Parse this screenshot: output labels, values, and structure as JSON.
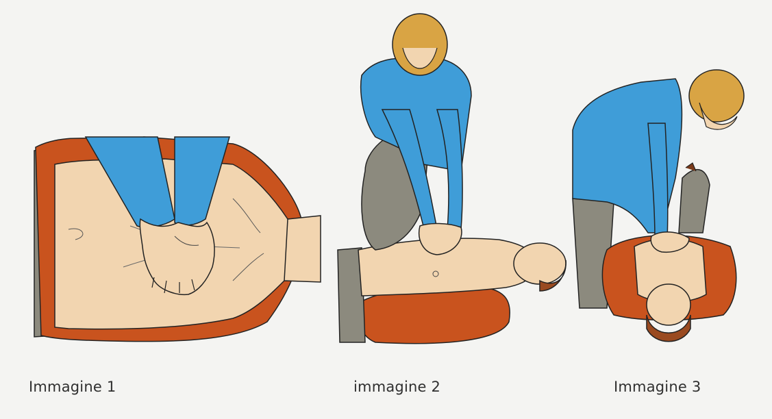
{
  "captions": {
    "image1": "Immagine 1",
    "image2": "immagine 2",
    "image3": "Immagine 3"
  },
  "illustration_subject": "cpr-chest-compression",
  "colors": {
    "background": "#f4f4f2",
    "skin": "#f2d5b0",
    "shirt_blue": "#3f9dd8",
    "jacket_orange": "#c9531e",
    "pants_gray": "#8c8a7e",
    "hair_blonde": "#d9a444",
    "outline": "#222222"
  }
}
